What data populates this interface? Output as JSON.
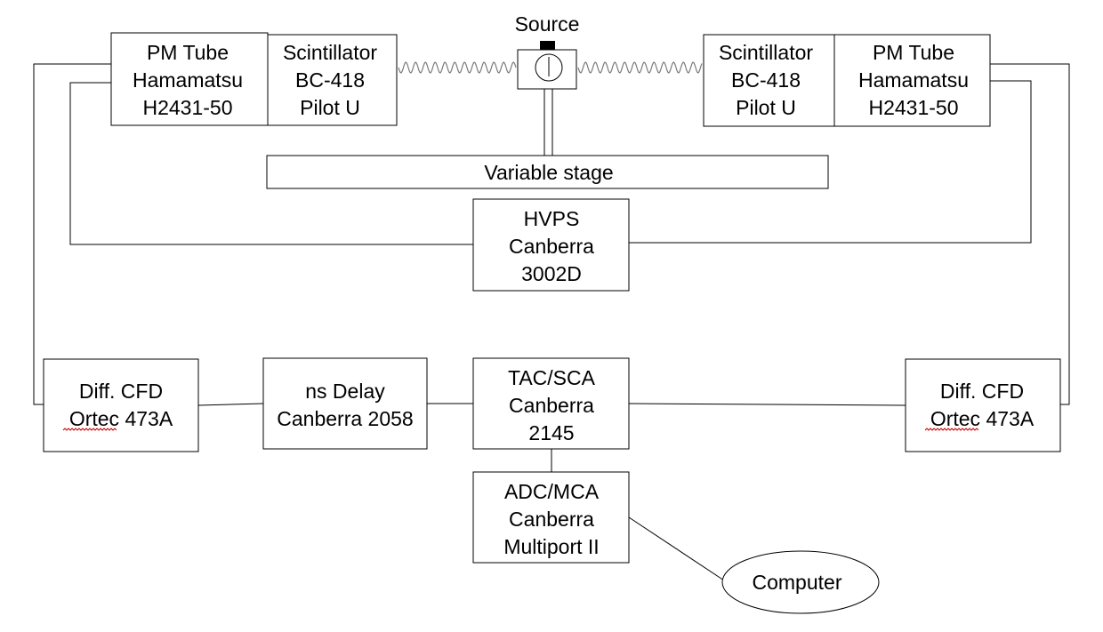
{
  "source_label": "Source",
  "left_pmt": {
    "line1": "PM Tube",
    "line2": "Hamamatsu",
    "line3": "H2431-50"
  },
  "left_scintillator": {
    "line1": "Scintillator",
    "line2": "BC-418",
    "line3": "Pilot U"
  },
  "right_scintillator": {
    "line1": "Scintillator",
    "line2": "BC-418",
    "line3": "Pilot U"
  },
  "right_pmt": {
    "line1": "PM Tube",
    "line2": "Hamamatsu",
    "line3": "H2431-50"
  },
  "variable_stage": "Variable stage",
  "hvps": {
    "line1": "HVPS",
    "line2": "Canberra",
    "line3": "3002D"
  },
  "left_cfd": {
    "line1": "Diff. CFD",
    "line2": "Ortec 473A"
  },
  "delay": {
    "line1": "ns Delay",
    "line2": "Canberra 2058"
  },
  "tac": {
    "line1": "TAC/SCA",
    "line2": "Canberra",
    "line3": "2145"
  },
  "right_cfd": {
    "line1": "Diff. CFD",
    "line2": "Ortec 473A"
  },
  "adc": {
    "line1": "ADC/MCA",
    "line2": "Canberra",
    "line3": "Multiport II"
  },
  "computer": "Computer"
}
